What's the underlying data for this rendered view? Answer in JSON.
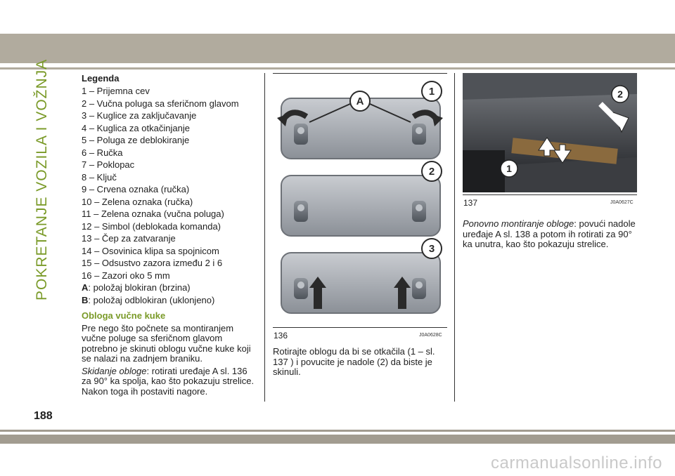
{
  "section_side_title": "POKRETANJE VOZILA I VOŽNJA",
  "legend": {
    "title": "Legenda",
    "items": [
      "1 – Prijemna cev",
      "2 – Vučna poluga sa sferičnom glavom",
      "3 – Kuglice za zaključavanje",
      "4 – Kuglica za otkačinjanje",
      "5 – Poluga ze deblokiranje",
      "6 – Ručka",
      "7 – Poklopac",
      "8 – Ključ",
      "9 – Crvena oznaka (ručka)",
      "10 – Zelena oznaka (ručka)",
      "11 – Zelena oznaka (vučna poluga)",
      "12 – Simbol (deblokada komanda)",
      "13 – Čep za zatvaranje",
      "14 – Osovinica klipa sa spojnicom",
      "15 – Odsustvo zazora između 2 i 6",
      "16 – Zazori oko 5 mm"
    ],
    "state_a_key": "A",
    "state_a_text": ": položaj blokiran (brzina)",
    "state_b_key": "B",
    "state_b_text": ": položaj odblokiran (uklonjeno)"
  },
  "cover_section": {
    "title": "Obloga vučne kuke",
    "intro": "Pre nego što počnete sa montiranjem vučne poluge sa sferičnom glavom potrebno je skinuti oblogu vučne kuke koji se nalazi na zadnjem braniku.",
    "removal_label": "Skidanje obloge",
    "removal_text": ": rotirati uređaje A sl. 136 za 90° ka spolja, kao što pokazuju strelice. Nakon toga ih postaviti nagore."
  },
  "figure_136": {
    "number": "136",
    "code": "J0A0628C",
    "label_a": "A",
    "panel_labels": [
      "1",
      "2",
      "3"
    ]
  },
  "middle_text": "Rotirajte oblogu da bi se otkačila (1 – sl. 137 ) i povucite je nadole (2) da biste je skinuli.",
  "figure_137": {
    "number": "137",
    "code": "J0A0627C",
    "labels": [
      "1",
      "2"
    ]
  },
  "remount": {
    "label": "Ponovno montiranje obloge",
    "text": ": povući nadole uređaje A sl. 138 a potom ih rotirati za 90° ka unutra, kao što pokazuju strelice."
  },
  "page_number": "188",
  "watermark": "carmanualsonline.info",
  "colors": {
    "accent_green": "#7a9a28",
    "band": "#b1ab9e"
  }
}
